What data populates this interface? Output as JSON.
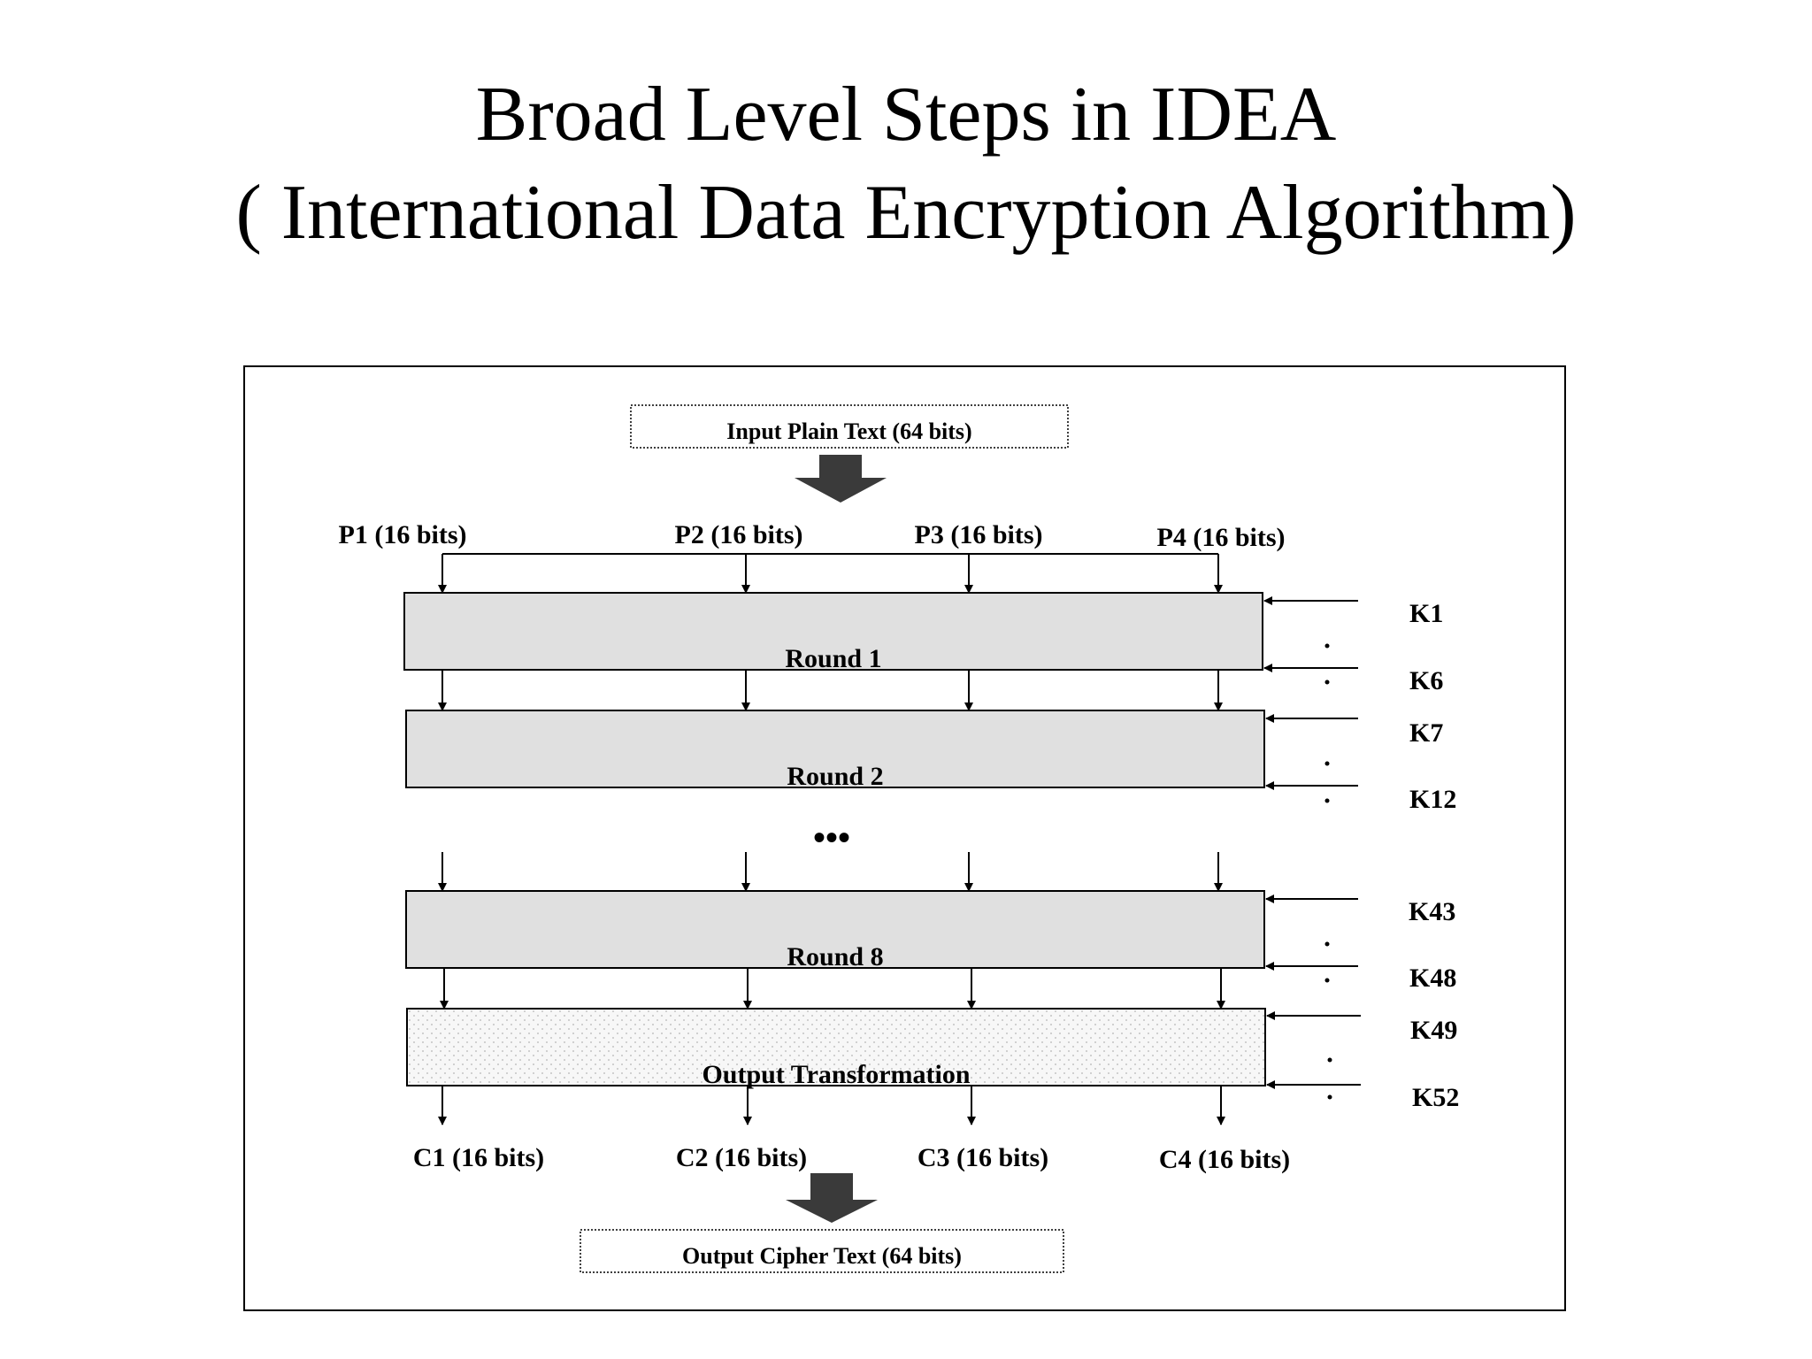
{
  "title": {
    "line1": "Broad Level Steps in IDEA",
    "line2": "( International Data Encryption Algorithm)"
  },
  "diagram": {
    "input_box": "Input Plain Text (64 bits)",
    "output_box": "Output Cipher Text (64 bits)",
    "input_blocks": [
      "P1 (16 bits)",
      "P2 (16 bits)",
      "P3 (16 bits)",
      "P4 (16 bits)"
    ],
    "output_blocks": [
      "C1 (16 bits)",
      "C2 (16 bits)",
      "C3 (16 bits)",
      "C4 (16 bits)"
    ],
    "stages": [
      {
        "label": "Round 1",
        "key_first": "K1",
        "key_last": "K6"
      },
      {
        "label": "Round 2",
        "key_first": "K7",
        "key_last": "K12"
      },
      {
        "label": "Round 8",
        "key_first": "K43",
        "key_last": "K48"
      },
      {
        "label": "Output Transformation",
        "key_first": "K49",
        "key_last": "K52"
      }
    ],
    "ellipsis": "•••",
    "colors": {
      "round_fill": "#e0e0e0",
      "output_transform_fill": "#f4f4f4",
      "block_arrow": "#3a3a3a"
    }
  }
}
